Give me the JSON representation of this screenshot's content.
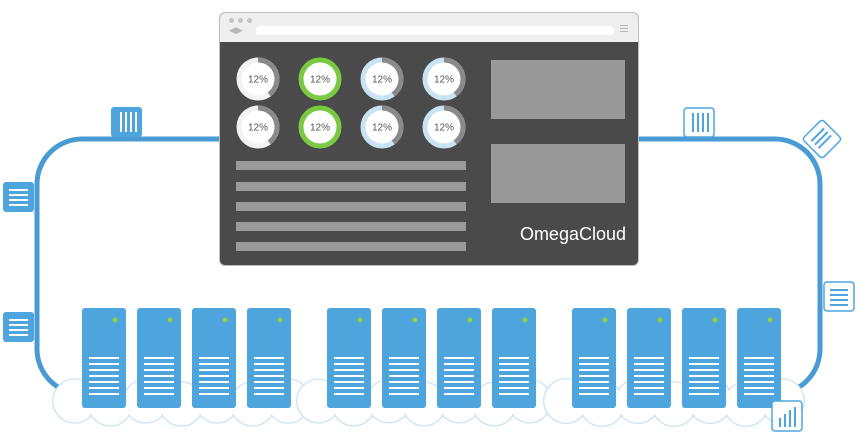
{
  "brand": {
    "name": "OmegaCloud"
  },
  "gauges": [
    {
      "label": "12%",
      "value": 0.12,
      "ring": "white"
    },
    {
      "label": "12%",
      "value": 0.12,
      "ring": "green"
    },
    {
      "label": "12%",
      "value": 0.12,
      "ring": "blue"
    },
    {
      "label": "12%",
      "value": 0.12,
      "ring": "blue"
    },
    {
      "label": "12%",
      "value": 0.12,
      "ring": "white"
    },
    {
      "label": "12%",
      "value": 0.12,
      "ring": "green"
    },
    {
      "label": "12%",
      "value": 0.12,
      "ring": "blue"
    },
    {
      "label": "12%",
      "value": 0.12,
      "ring": "blue"
    }
  ],
  "colors": {
    "network_line": "#4a9bd4",
    "server": "#4ea5dd",
    "dashboard_bg": "#4a4a4a",
    "gauge_green": "#7ac943",
    "gauge_blue": "#c8e4f2",
    "gauge_white": "#f2f2f2",
    "gauge_progress": "#8a8a8a",
    "server_led": "#8ed143"
  },
  "icons": [
    "server-list-icon",
    "storage-icon",
    "chart-icon",
    "cloud-icon"
  ]
}
